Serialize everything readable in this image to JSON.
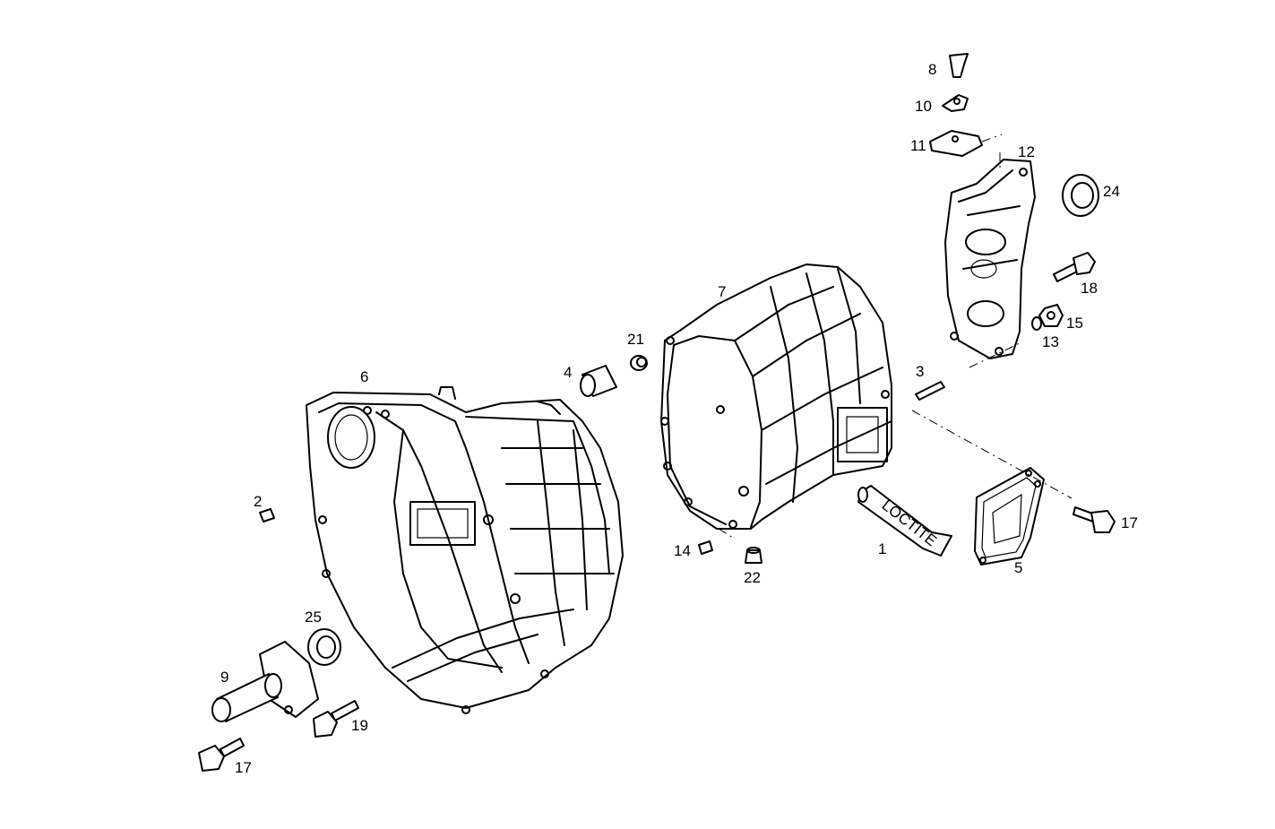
{
  "labels": {
    "p1": "1",
    "p2": "2",
    "p3": "3",
    "p4": "4",
    "p5": "5",
    "p6": "6",
    "p7": "7",
    "p8": "8",
    "p9": "9",
    "p10": "10",
    "p11": "11",
    "p12": "12",
    "p13": "13",
    "p14": "14",
    "p15": "15",
    "p17a": "17",
    "p17b": "17",
    "p18": "18",
    "p19": "19",
    "p21": "21",
    "p22": "22",
    "p24": "24",
    "p25": "25"
  },
  "tube_text": "LOCTITE"
}
